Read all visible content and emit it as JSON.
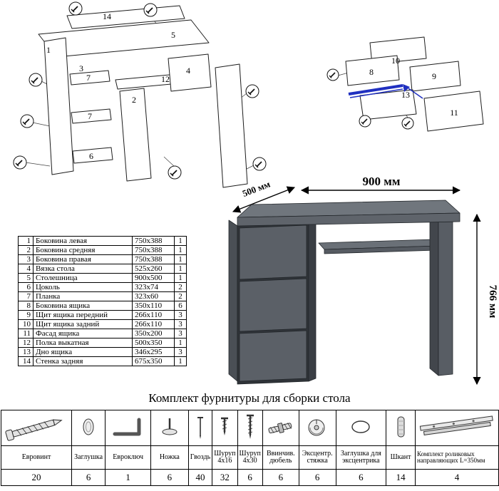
{
  "title": "Комплект фурнитуры для сборки стола",
  "dimensions": {
    "width": "900 мм",
    "depth": "500 мм",
    "height": "766 мм"
  },
  "diagram_left": {
    "labels": {
      "n1": "1",
      "n2": "2",
      "n3": "3",
      "n4": "4",
      "n5": "5",
      "n6": "6",
      "n7a": "7",
      "n7b": "7",
      "n12": "12",
      "n14": "14"
    }
  },
  "diagram_right": {
    "labels": {
      "n8": "8",
      "n9": "9",
      "n10": "10",
      "n11": "11",
      "n13": "13"
    }
  },
  "parts": [
    {
      "num": "1",
      "name": "Боковина левая",
      "size": "750x388",
      "qty": "1"
    },
    {
      "num": "2",
      "name": "Боковина средняя",
      "size": "750x388",
      "qty": "1"
    },
    {
      "num": "3",
      "name": "Боковина правая",
      "size": "750x388",
      "qty": "1"
    },
    {
      "num": "4",
      "name": "Вязка стола",
      "size": "525x260",
      "qty": "1"
    },
    {
      "num": "5",
      "name": "Столешница",
      "size": "900x500",
      "qty": "1"
    },
    {
      "num": "6",
      "name": "Цоколь",
      "size": "323x74",
      "qty": "2"
    },
    {
      "num": "7",
      "name": "Планка",
      "size": "323x60",
      "qty": "2"
    },
    {
      "num": "8",
      "name": "Боковина ящика",
      "size": "350x110",
      "qty": "6"
    },
    {
      "num": "9",
      "name": "Щит ящика передний",
      "size": "266x110",
      "qty": "3"
    },
    {
      "num": "10",
      "name": "Щит ящика задний",
      "size": "266x110",
      "qty": "3"
    },
    {
      "num": "11",
      "name": "Фасад ящика",
      "size": "350x200",
      "qty": "3"
    },
    {
      "num": "12",
      "name": "Полка выкатная",
      "size": "500x350",
      "qty": "1"
    },
    {
      "num": "13",
      "name": "Дно ящика",
      "size": "346x295",
      "qty": "3"
    },
    {
      "num": "14",
      "name": "Стенка задняя",
      "size": "675x350",
      "qty": "1"
    }
  ],
  "hardware": [
    {
      "name": "Евровинт",
      "qty": "20",
      "icon": "euro-screw-icon"
    },
    {
      "name": "Заглушка",
      "qty": "6",
      "icon": "cap-icon"
    },
    {
      "name": "Евроключ",
      "qty": "1",
      "icon": "hex-key-icon"
    },
    {
      "name": "Ножка",
      "qty": "6",
      "icon": "leg-icon"
    },
    {
      "name": "Гвоздь",
      "qty": "40",
      "icon": "nail-icon"
    },
    {
      "name": "Шуруп 4x16",
      "qty": "32",
      "icon": "screw-short-icon"
    },
    {
      "name": "Шуруп 4x30",
      "qty": "6",
      "icon": "screw-long-icon"
    },
    {
      "name": "Ввинчив. дюбель",
      "qty": "6",
      "icon": "dowel-screw-icon"
    },
    {
      "name": "Эксцентр. стяжка",
      "qty": "6",
      "icon": "cam-lock-icon"
    },
    {
      "name": "Заглушка для эксцентрика",
      "qty": "6",
      "icon": "cam-cap-icon"
    },
    {
      "name": "Шкант",
      "qty": "14",
      "icon": "wood-dowel-icon"
    },
    {
      "name": "Комплект роликовых направляющих L=350мм",
      "qty": "4",
      "icon": "roller-guides-icon"
    }
  ]
}
